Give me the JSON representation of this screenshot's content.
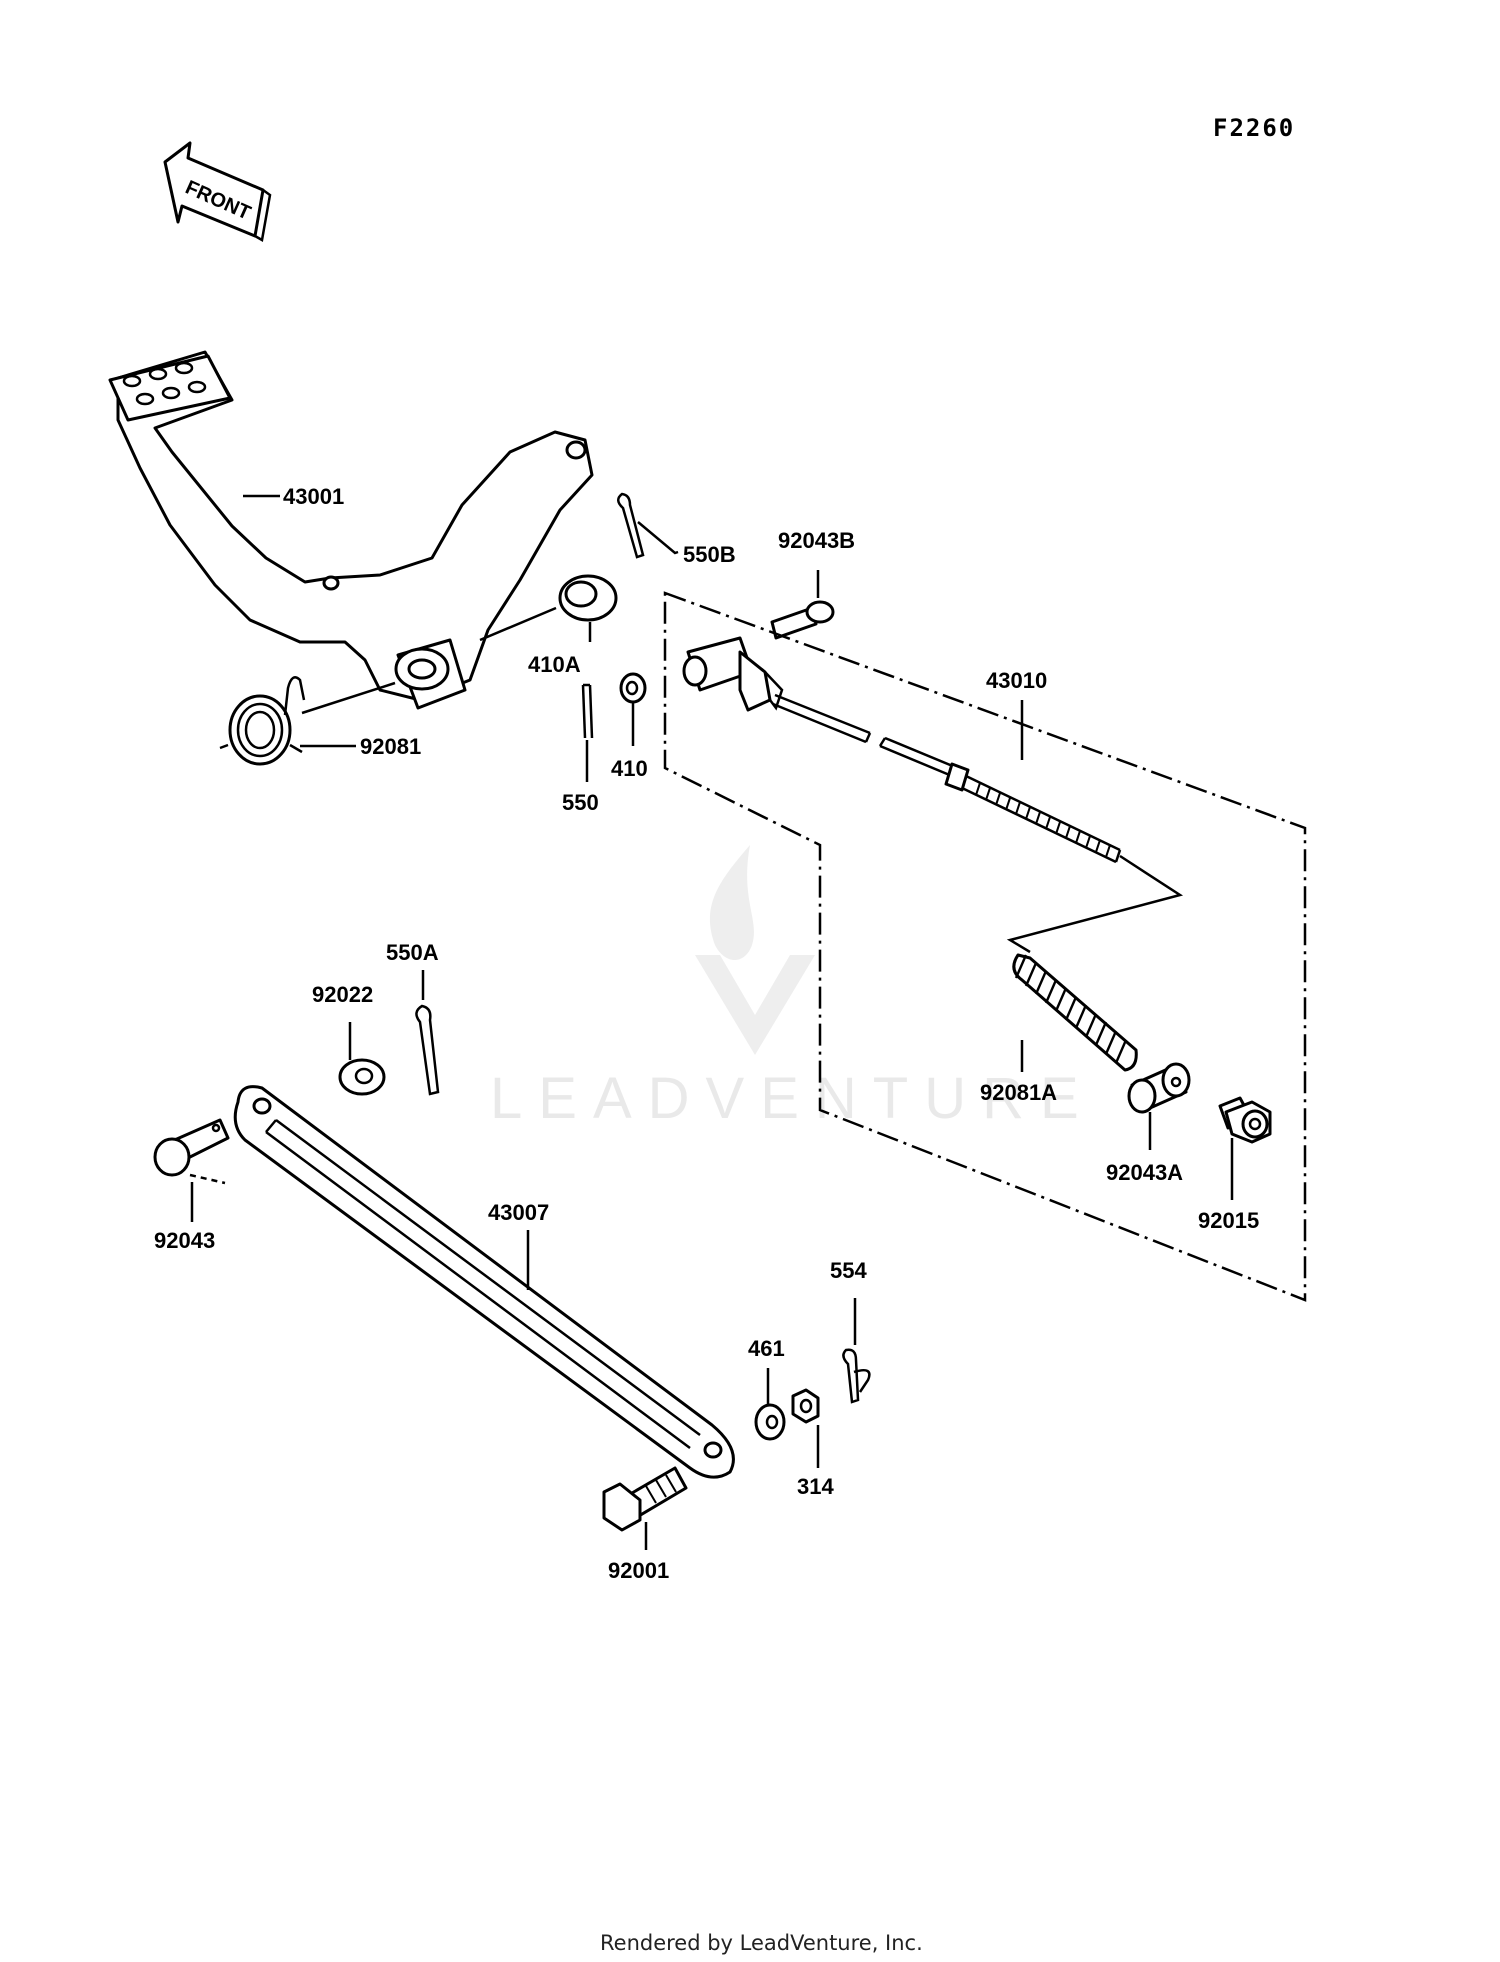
{
  "diagram_code": "F2260",
  "front_label": "FRONT",
  "watermark": "LEADVENTURE",
  "footer": "Rendered by LeadVenture, Inc.",
  "parts": {
    "p43001": "43001",
    "p550B": "550B",
    "p92043B": "92043B",
    "p410A": "410A",
    "p43010": "43010",
    "p92081": "92081",
    "p550": "550",
    "p410": "410",
    "p550A": "550A",
    "p92022": "92022",
    "p92081A": "92081A",
    "p92043A": "92043A",
    "p92015": "92015",
    "p92043": "92043",
    "p43007": "43007",
    "p554": "554",
    "p461": "461",
    "p314": "314",
    "p92001": "92001"
  }
}
